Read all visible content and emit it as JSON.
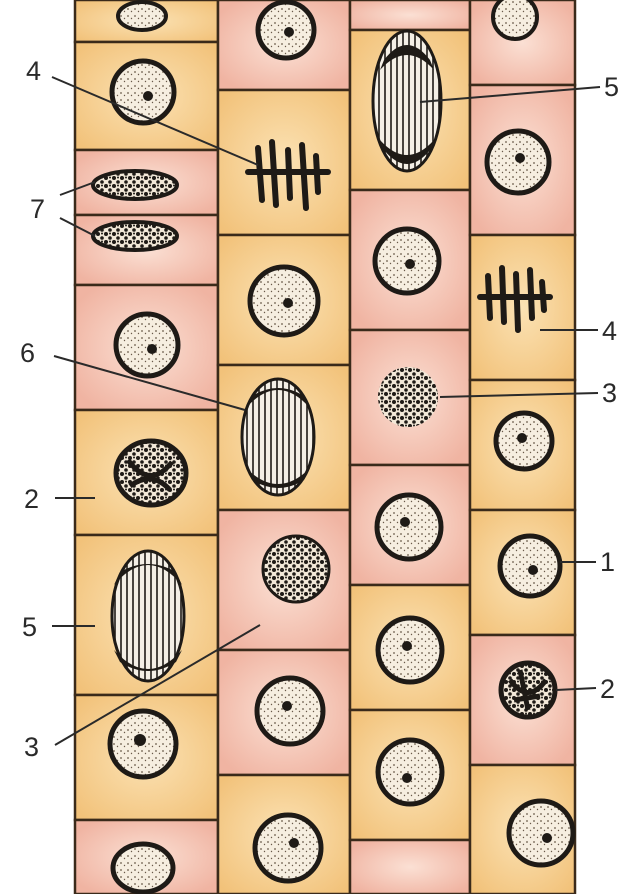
{
  "figure": {
    "labels": [
      {
        "text": "4"
      },
      {
        "text": "5"
      },
      {
        "text": "7"
      },
      {
        "text": "6"
      },
      {
        "text": "4"
      },
      {
        "text": "3"
      },
      {
        "text": "2"
      },
      {
        "text": "1"
      },
      {
        "text": "5"
      },
      {
        "text": "2"
      },
      {
        "text": "3"
      }
    ],
    "colors": {
      "cell_orange": "#f2c27a",
      "cell_pink": "#f0b4a2",
      "cell_wall": "#3a2a1a",
      "nucleus_fill": "#f6eee0",
      "chromatin": "#1e1a16",
      "background": "#ffffff"
    }
  }
}
